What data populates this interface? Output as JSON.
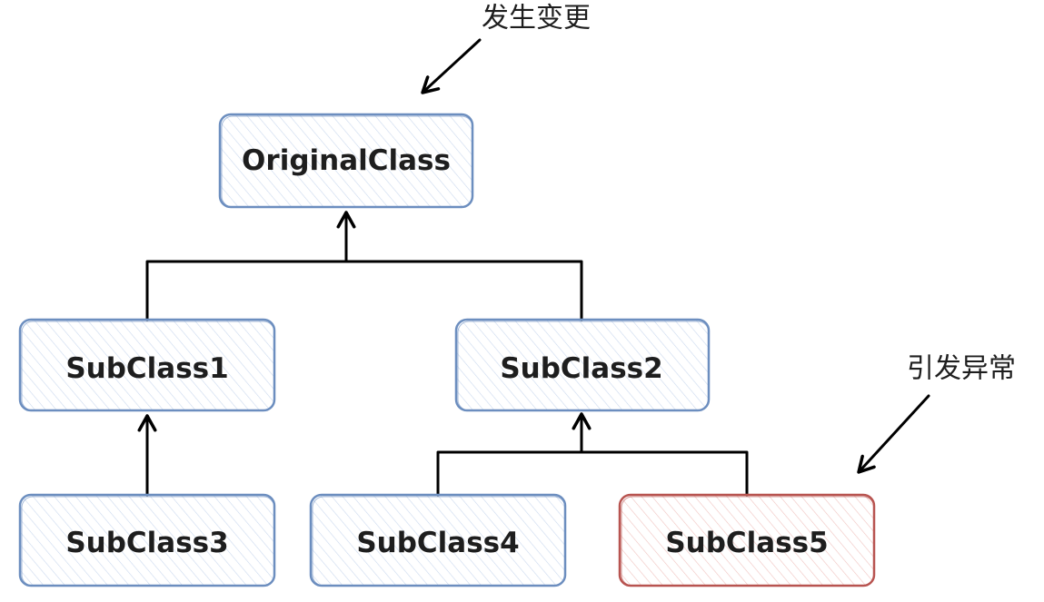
{
  "colors": {
    "default_stroke": "#6c8ebf",
    "default_fill": "#dae8fc",
    "error_stroke": "#b85450",
    "error_fill": "#f8cecc",
    "line": "#000000"
  },
  "nodes": {
    "original": {
      "label": "OriginalClass"
    },
    "sub1": {
      "label": "SubClass1"
    },
    "sub2": {
      "label": "SubClass2"
    },
    "sub3": {
      "label": "SubClass3"
    },
    "sub4": {
      "label": "SubClass4"
    },
    "sub5": {
      "label": "SubClass5"
    }
  },
  "annotations": {
    "change": {
      "text": "发生变更"
    },
    "exception": {
      "text": "引发异常"
    }
  }
}
